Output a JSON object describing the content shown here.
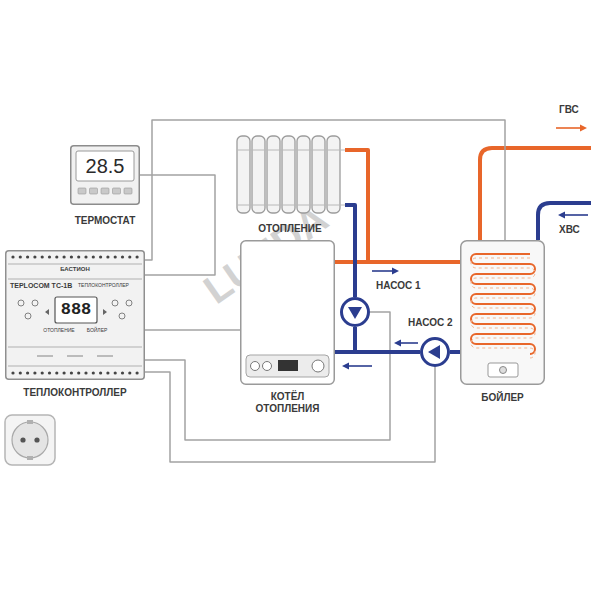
{
  "diagram": {
    "nodes": [
      {
        "text": [
          "28.5",
          "ТЕРМОСТАТ"
        ]
      },
      {
        "text": [
          "ОТОПЛЕНИЕ"
        ]
      },
      {
        "text": [
          "БАСТИОН",
          "TEPLOCOM TC-1B",
          "ТЕПЛОКОНТРОЛЛЕР",
          "888",
          "ОТОПЛЕНИЕ",
          "БОЙЛЕР",
          "ТЕПЛОКОНТРОЛЛЕР"
        ]
      },
      {
        "text": [
          "КОТЁЛ ОТОПЛЕНИЯ"
        ]
      },
      {
        "text": [
          "НАСОС 1"
        ]
      },
      {
        "text": [
          "НАСОС 2"
        ]
      },
      {
        "text": [
          "БОЙЛЕР"
        ]
      }
    ],
    "edges": [
      {
        "from": 2,
        "to": 0,
        "arrow": "none"
      },
      {
        "from": 2,
        "to": 6,
        "arrow": "none"
      },
      {
        "from": 2,
        "to": 3,
        "arrow": "none"
      },
      {
        "from": 2,
        "to": 4,
        "arrow": "none"
      },
      {
        "from": 2,
        "to": 5,
        "arrow": "none"
      },
      {
        "from": 3,
        "to": 1,
        "arrow": "none"
      },
      {
        "from": 3,
        "to": 6,
        "arrow": "none"
      },
      {
        "from": 1,
        "to": 4,
        "arrow": "none"
      },
      {
        "from": 4,
        "to": 3,
        "arrow": "none"
      },
      {
        "from": 6,
        "to": 5,
        "arrow": "none"
      },
      {
        "from": 5,
        "to": 3,
        "arrow": "none"
      }
    ],
    "labels": [
      "ГВС",
      "ХВС",
      "LUNDA"
    ]
  }
}
